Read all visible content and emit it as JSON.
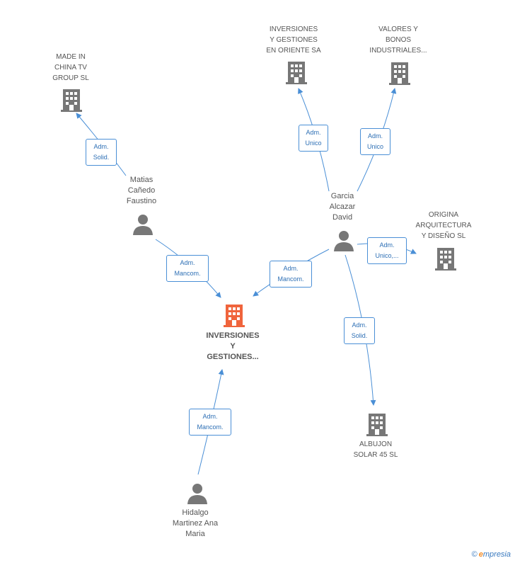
{
  "colors": {
    "edge": "#4a8fd6",
    "building": "#777777",
    "center": "#f0643c",
    "person": "#777777"
  },
  "nodes": {
    "center": {
      "label": "INVERSIONES\nY\nGESTIONES..."
    },
    "made_in_china": {
      "label": "MADE IN\nCHINA TV\nGROUP SL"
    },
    "inversiones_oriente": {
      "label": "INVERSIONES\nY GESTIONES\nEN ORIENTE SA"
    },
    "valores_bonos": {
      "label": "VALORES Y\nBONOS\nINDUSTRIALES..."
    },
    "origina": {
      "label": "ORIGINA\nARQUITECTURA\nY DISEÑO SL"
    },
    "albujon": {
      "label": "ALBUJON\nSOLAR 45 SL"
    },
    "matias": {
      "label": "Matias\nCañedo\nFaustino"
    },
    "garcia": {
      "label": "Garcia\nAlcazar\nDavid"
    },
    "hidalgo": {
      "label": "Hidalgo\nMartinez Ana\nMaria"
    }
  },
  "edges": {
    "matias_made": "Adm.\nSolid.",
    "matias_center": "Adm.\nMancom.",
    "garcia_center": "Adm.\nMancom.",
    "garcia_oriente": "Adm.\nUnico",
    "garcia_valores": "Adm.\nUnico",
    "garcia_origina": "Adm.\nUnico,...",
    "garcia_albujon": "Adm.\nSolid.",
    "hidalgo_center": "Adm.\nMancom."
  },
  "footer": {
    "copyright": "©",
    "brand_e": "e",
    "brand_rest": "mpresia"
  }
}
